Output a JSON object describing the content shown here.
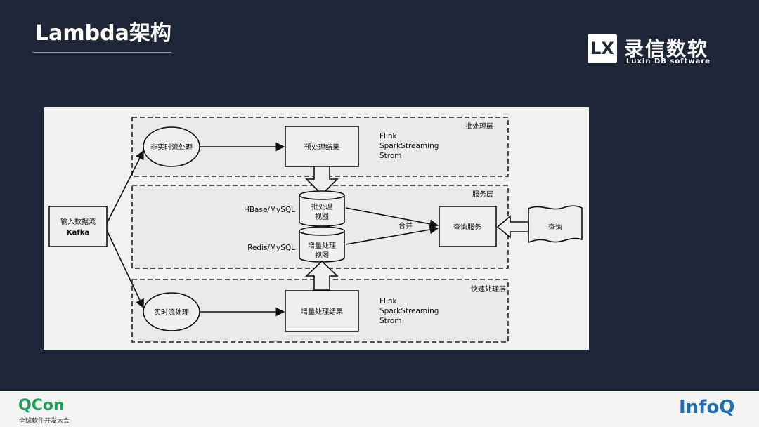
{
  "slide": {
    "title": "Lambda架构"
  },
  "brand": {
    "mark": "LX",
    "name_cn": "录信数软",
    "name_en": "Luxin DB software"
  },
  "diagram": {
    "layers": {
      "batch": "批处理层",
      "serving": "服务层",
      "speed": "快速处理层"
    },
    "nodes": {
      "input_line1": "输入数据流",
      "input_line2": "Kafka",
      "non_realtime": "非实时流处理",
      "pre_result": "预处理结果",
      "batch_view_line1": "批处理",
      "batch_view_line2": "视图",
      "incr_view_line1": "增量处理",
      "incr_view_line2": "视图",
      "query_service": "查询服务",
      "query": "查询",
      "realtime": "实时流处理",
      "incr_result": "增量处理结果"
    },
    "labels": {
      "hbase": "HBase/MySQL",
      "redis": "Redis/MySQL",
      "merge": "合并"
    },
    "tech_top": [
      "Flink",
      "SparkStreaming",
      "Strom"
    ],
    "tech_bottom": [
      "Flink",
      "SparkStreaming",
      "Strom"
    ]
  },
  "footer": {
    "qcon": "QCon",
    "qcon_sub": "全球软件开发大会",
    "infoq": "InfoQ"
  }
}
